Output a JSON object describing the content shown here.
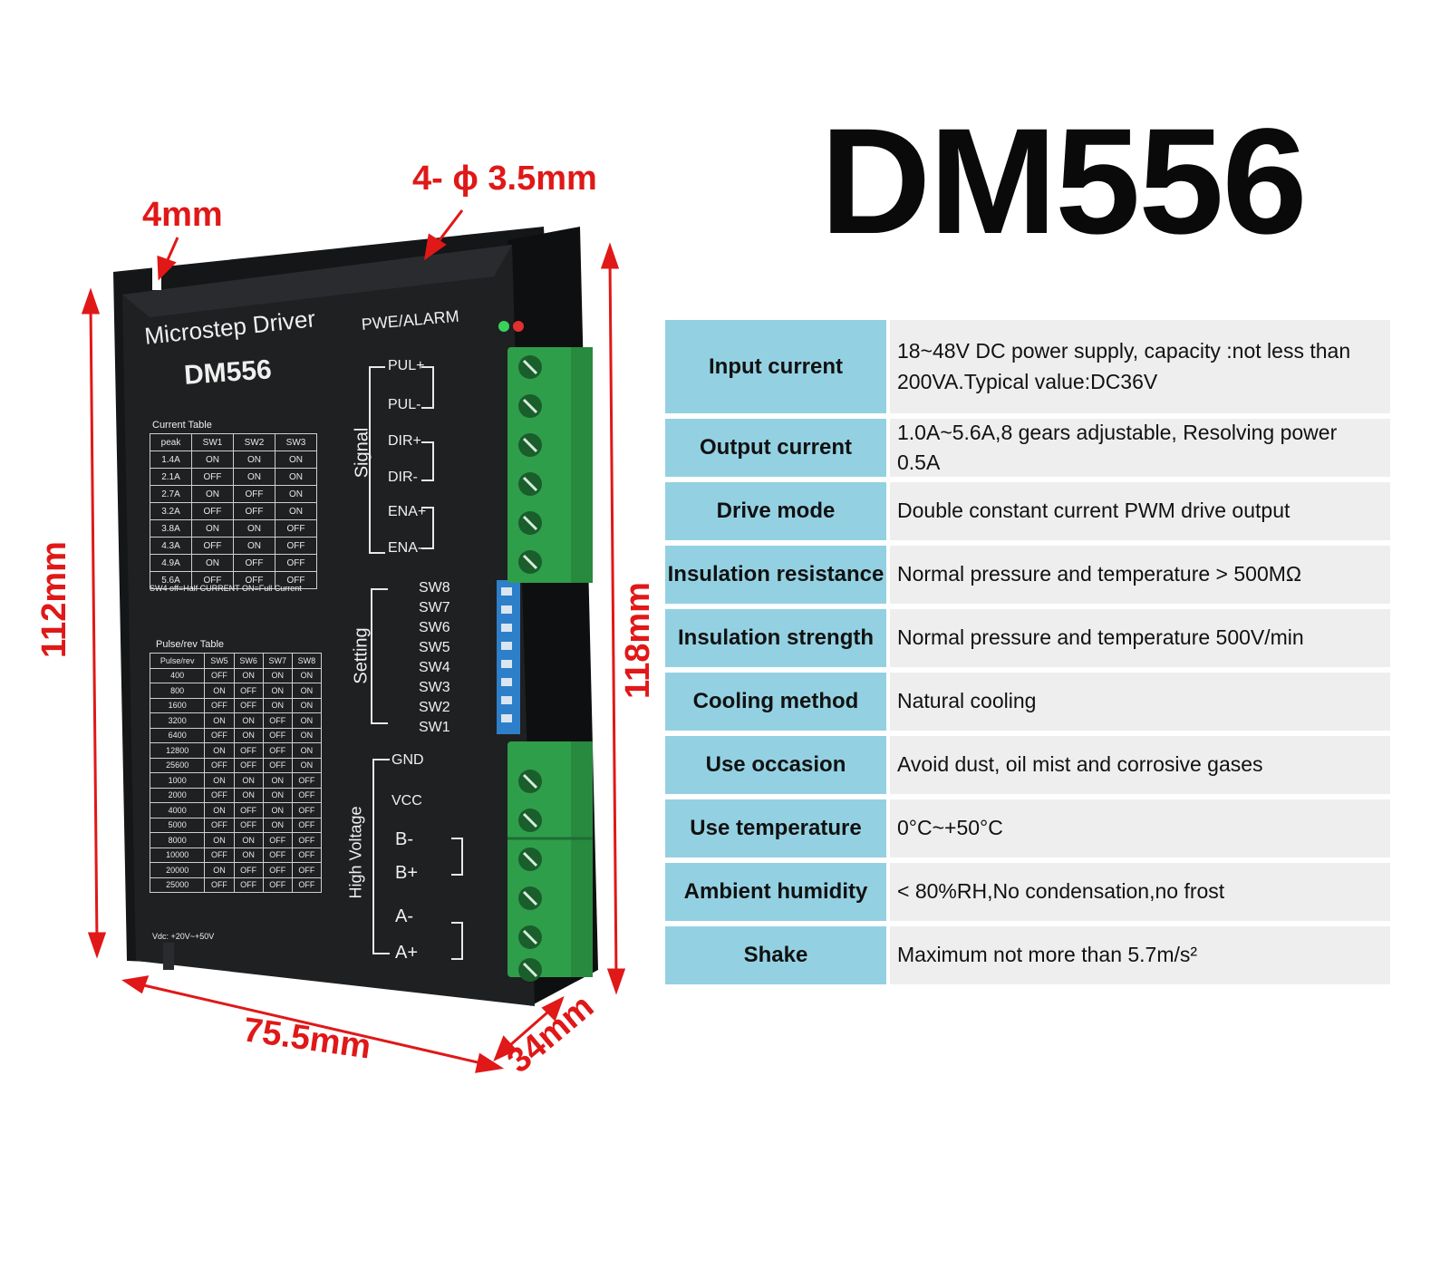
{
  "title": "DM556",
  "dimensions": {
    "hole": "4- ϕ 3.5mm",
    "edge": "4mm",
    "height_left": "112mm",
    "height_right": "118mm",
    "width": "75.5mm",
    "depth": "34mm"
  },
  "device": {
    "name_line1": "Microstep  Driver",
    "name_line2": "DM556",
    "pwe_alarm": "PWE/ALARM",
    "current_table": {
      "title": "Current Table",
      "headers": [
        "peak",
        "SW1",
        "SW2",
        "SW3"
      ],
      "rows": [
        [
          "1.4A",
          "ON",
          "ON",
          "ON"
        ],
        [
          "2.1A",
          "OFF",
          "ON",
          "ON"
        ],
        [
          "2.7A",
          "ON",
          "OFF",
          "ON"
        ],
        [
          "3.2A",
          "OFF",
          "OFF",
          "ON"
        ],
        [
          "3.8A",
          "ON",
          "ON",
          "OFF"
        ],
        [
          "4.3A",
          "OFF",
          "ON",
          "OFF"
        ],
        [
          "4.9A",
          "ON",
          "OFF",
          "OFF"
        ],
        [
          "5.6A",
          "OFF",
          "OFF",
          "OFF"
        ]
      ],
      "note": "SW4 off=Half CURRENT ON=Full Current"
    },
    "pulse_table": {
      "title": "Pulse/rev Table",
      "headers": [
        "Pulse/rev",
        "SW5",
        "SW6",
        "SW7",
        "SW8"
      ],
      "rows": [
        [
          "400",
          "OFF",
          "ON",
          "ON",
          "ON"
        ],
        [
          "800",
          "ON",
          "OFF",
          "ON",
          "ON"
        ],
        [
          "1600",
          "OFF",
          "OFF",
          "ON",
          "ON"
        ],
        [
          "3200",
          "ON",
          "ON",
          "OFF",
          "ON"
        ],
        [
          "6400",
          "OFF",
          "ON",
          "OFF",
          "ON"
        ],
        [
          "12800",
          "ON",
          "OFF",
          "OFF",
          "ON"
        ],
        [
          "25600",
          "OFF",
          "OFF",
          "OFF",
          "ON"
        ],
        [
          "1000",
          "ON",
          "ON",
          "ON",
          "OFF"
        ],
        [
          "2000",
          "OFF",
          "ON",
          "ON",
          "OFF"
        ],
        [
          "4000",
          "ON",
          "OFF",
          "ON",
          "OFF"
        ],
        [
          "5000",
          "OFF",
          "OFF",
          "ON",
          "OFF"
        ],
        [
          "8000",
          "ON",
          "ON",
          "OFF",
          "OFF"
        ],
        [
          "10000",
          "OFF",
          "ON",
          "OFF",
          "OFF"
        ],
        [
          "20000",
          "ON",
          "OFF",
          "OFF",
          "OFF"
        ],
        [
          "25000",
          "OFF",
          "OFF",
          "OFF",
          "OFF"
        ]
      ],
      "note": "Vdc: +20V~+50V"
    },
    "signal_group": "Signal",
    "signal_pins": [
      "PUL+",
      "PUL-",
      "DIR+",
      "DIR-",
      "ENA+",
      "ENA-"
    ],
    "setting_group": "Setting",
    "setting_pins": [
      "SW8",
      "SW7",
      "SW6",
      "SW5",
      "SW4",
      "SW3",
      "SW2",
      "SW1"
    ],
    "hv_group": "High Voltage",
    "hv_pins": [
      "GND",
      "VCC",
      "B-",
      "B+",
      "A-",
      "A+"
    ]
  },
  "specs": [
    {
      "label": "Input current",
      "value": "18~48V DC power supply, capacity :not less than 200VA.Typical value:DC36V"
    },
    {
      "label": "Output current",
      "value": "1.0A~5.6A,8 gears adjustable, Resolving power 0.5A"
    },
    {
      "label": "Drive mode",
      "value": "Double constant current PWM drive output"
    },
    {
      "label": "Insulation resistance",
      "value": "Normal pressure and temperature > 500MΩ"
    },
    {
      "label": "Insulation strength",
      "value": "Normal pressure and temperature 500V/min"
    },
    {
      "label": "Cooling method",
      "value": "Natural cooling"
    },
    {
      "label": "Use occasion",
      "value": "Avoid dust, oil mist and corrosive gases"
    },
    {
      "label": "Use temperature",
      "value": "0°C~+50°C"
    },
    {
      "label": "Ambient humidity",
      "value": "< 80%RH,No condensation,no frost"
    },
    {
      "label": "Shake",
      "value": "Maximum not more than 5.7m/s²"
    }
  ],
  "colors": {
    "label_bg": "#93d1e2",
    "value_bg": "#eeeeee",
    "dimension_red": "#e01818",
    "device_body": "#1c1d1f",
    "terminal_green": "#2f9e4a"
  }
}
